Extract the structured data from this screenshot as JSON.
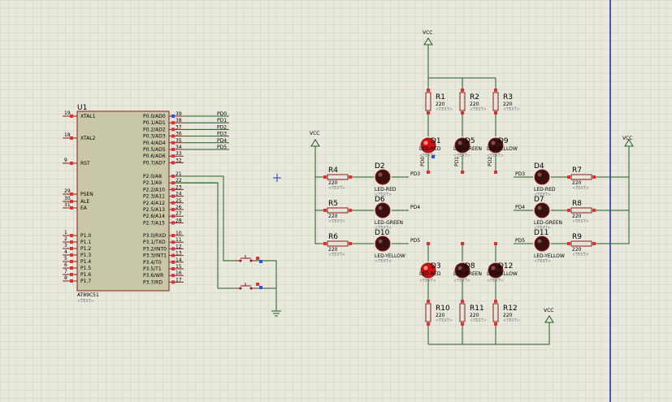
{
  "mcu": {
    "ref": "U1",
    "part": "AT89C51",
    "text_ph": "<TEXT>",
    "left_pins": [
      {
        "num": "19",
        "name": "XTAL1"
      },
      {
        "num": "18",
        "name": "XTAL2"
      },
      {
        "num": "9",
        "name": "RST"
      },
      {
        "num": "29",
        "name": "PSEN"
      },
      {
        "num": "30",
        "name": "ALE"
      },
      {
        "num": "31",
        "name": "EA"
      },
      {
        "num": "1",
        "name": "P1.0"
      },
      {
        "num": "2",
        "name": "P1.1"
      },
      {
        "num": "3",
        "name": "P1.2"
      },
      {
        "num": "4",
        "name": "P1.3"
      },
      {
        "num": "5",
        "name": "P1.4"
      },
      {
        "num": "6",
        "name": "P1.5"
      },
      {
        "num": "7",
        "name": "P1.6"
      },
      {
        "num": "8",
        "name": "P1.7"
      }
    ],
    "right_pins": [
      {
        "num": "39",
        "name": "P0.0/AD0"
      },
      {
        "num": "38",
        "name": "P0.1/AD1"
      },
      {
        "num": "37",
        "name": "P0.2/AD2"
      },
      {
        "num": "36",
        "name": "P0.3/AD3"
      },
      {
        "num": "35",
        "name": "P0.4/AD4"
      },
      {
        "num": "34",
        "name": "P0.5/AD5"
      },
      {
        "num": "33",
        "name": "P0.6/AD6"
      },
      {
        "num": "32",
        "name": "P0.7/AD7"
      },
      {
        "num": "21",
        "name": "P2.0/A8"
      },
      {
        "num": "22",
        "name": "P2.1/A9"
      },
      {
        "num": "23",
        "name": "P2.2/A10"
      },
      {
        "num": "24",
        "name": "P2.3/A11"
      },
      {
        "num": "25",
        "name": "P2.4/A12"
      },
      {
        "num": "26",
        "name": "P2.5/A13"
      },
      {
        "num": "27",
        "name": "P2.6/A14"
      },
      {
        "num": "28",
        "name": "P2.7/A15"
      },
      {
        "num": "10",
        "name": "P3.0/RXD"
      },
      {
        "num": "11",
        "name": "P3.1/TXD"
      },
      {
        "num": "12",
        "name": "P3.2/INT0"
      },
      {
        "num": "13",
        "name": "P3.3/INT1"
      },
      {
        "num": "14",
        "name": "P3.4/T0"
      },
      {
        "num": "15",
        "name": "P3.5/T1"
      },
      {
        "num": "16",
        "name": "P3.6/WR"
      },
      {
        "num": "17",
        "name": "P3.7/RD"
      }
    ],
    "port_labels": [
      "PD0",
      "PD1",
      "PD2",
      "PD3",
      "PD4",
      "PD5"
    ]
  },
  "power": {
    "vcc_label": "VCC"
  },
  "resistor_value": "220",
  "text_ph": "<TEXT>",
  "resistors": [
    "R1",
    "R2",
    "R3",
    "R4",
    "R5",
    "R6",
    "R7",
    "R8",
    "R9",
    "R10",
    "R11",
    "R12"
  ],
  "leds": [
    {
      "ref": "D1",
      "type": "LED-RED"
    },
    {
      "ref": "D2",
      "type": "LED-RED"
    },
    {
      "ref": "D3",
      "type": "LED-RED"
    },
    {
      "ref": "D4",
      "type": "LED-RED"
    },
    {
      "ref": "D5",
      "type": "LED-GREEN"
    },
    {
      "ref": "D6",
      "type": "LED-GREEN"
    },
    {
      "ref": "D7",
      "type": "LED-GREEN"
    },
    {
      "ref": "D8",
      "type": "LED-GREEN"
    },
    {
      "ref": "D9",
      "type": "LED-YELLOW"
    },
    {
      "ref": "D10",
      "type": "LED-YELLOW"
    },
    {
      "ref": "D11",
      "type": "LED-YELLOW"
    },
    {
      "ref": "D12",
      "type": "LED-YELLOW"
    }
  ],
  "nets": [
    "PD0",
    "PD1",
    "PD2",
    "PD3",
    "PD4",
    "PD5"
  ],
  "colors": {
    "wire": "#1f5f1f",
    "component": "#8b1a1a",
    "chip_fill": "#c8c8a8",
    "grid": "#d4d4c4",
    "border_line": "#1a2ab0"
  }
}
